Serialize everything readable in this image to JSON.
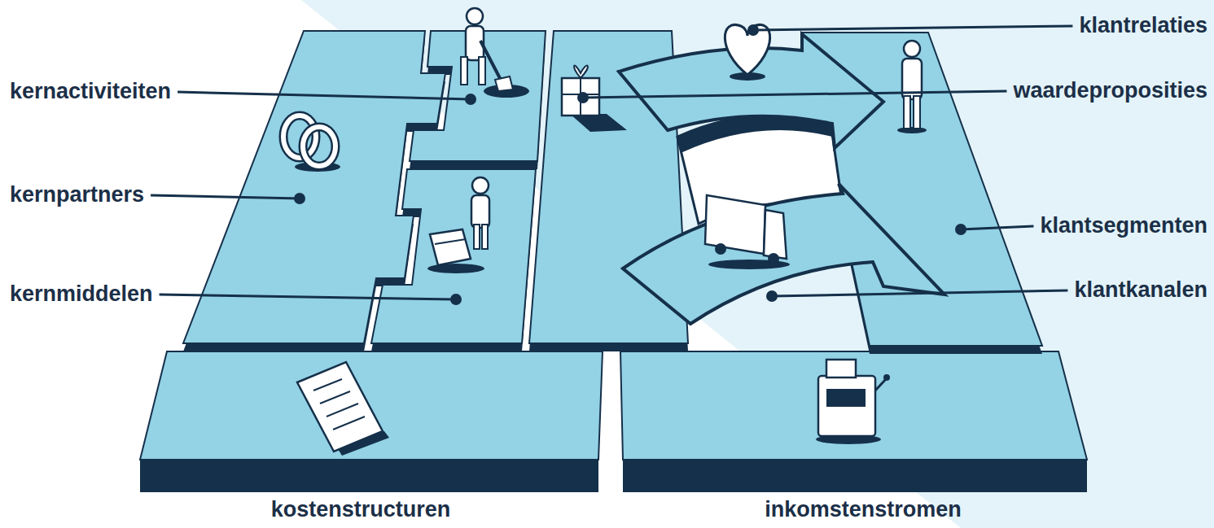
{
  "diagram": {
    "labels": [
      "kernactiviteiten",
      "kernpartners",
      "kernmiddelen",
      "klantrelaties",
      "waardeproposities",
      "klantsegmenten",
      "klantkanalen",
      "kostenstructuren",
      "inkomstenstromen"
    ]
  }
}
